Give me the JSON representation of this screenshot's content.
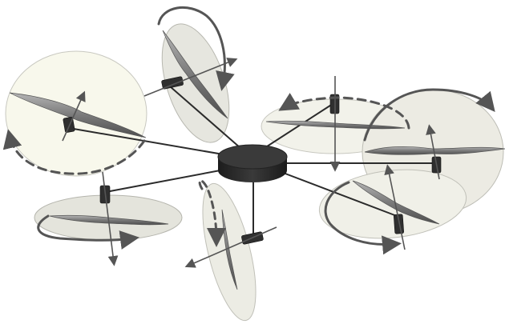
{
  "figure": {
    "background": "#ffffff",
    "hub_color": "#2e2e2e",
    "arm_color": "#2b2b2b",
    "disk_fill": "#ecebe3",
    "disk_fill_light": "#f8f8ec",
    "disk_stroke": "#bdbdb5",
    "blade_fill": "#8a8a8a",
    "arrow_color": "#555555"
  },
  "rotors": [
    {
      "name": "rotor-upper-left",
      "spin": "dashed"
    },
    {
      "name": "rotor-top",
      "spin": "solid"
    },
    {
      "name": "rotor-center-right",
      "spin": "dashed"
    },
    {
      "name": "rotor-right",
      "spin": "solid"
    },
    {
      "name": "rotor-lower-right",
      "spin": "solid"
    },
    {
      "name": "rotor-bottom",
      "spin": "dashed"
    },
    {
      "name": "rotor-lower-left",
      "spin": "solid"
    }
  ]
}
